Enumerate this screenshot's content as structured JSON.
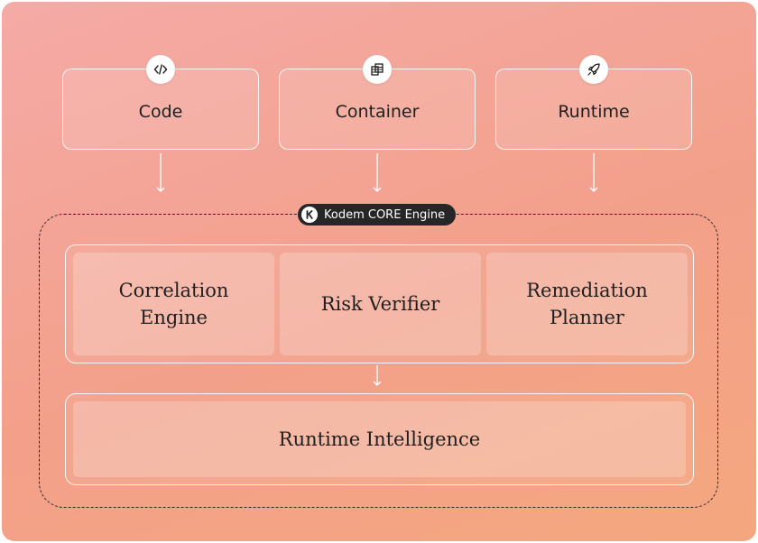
{
  "sources": [
    {
      "label": "Code",
      "icon": "code-icon"
    },
    {
      "label": "Container",
      "icon": "stack-icon"
    },
    {
      "label": "Runtime",
      "icon": "rocket-icon"
    }
  ],
  "engine": {
    "badge_label": "Kodem CORE Engine",
    "badge_logo_letter": "K",
    "modules": [
      {
        "line1": "Correlation",
        "line2": "Engine"
      },
      {
        "line1": "Risk Verifier",
        "line2": ""
      },
      {
        "line1": "Remediation",
        "line2": "Planner"
      }
    ],
    "bottom_module": "Runtime Intelligence"
  }
}
